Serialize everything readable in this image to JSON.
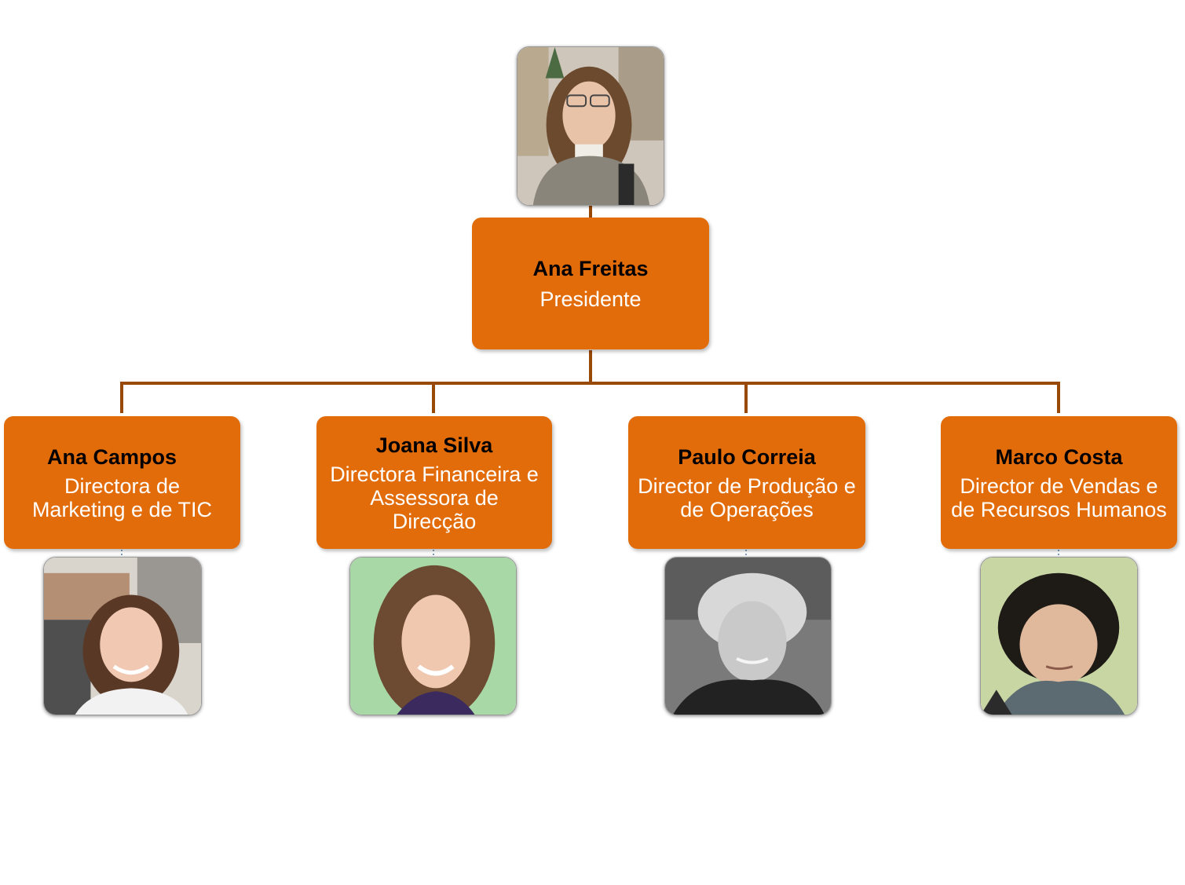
{
  "colors": {
    "box_fill": "#E36C0A",
    "connector": "#984807",
    "name_text": "#000000",
    "role_text": "#ffffff"
  },
  "president": {
    "name": "Ana Freitas",
    "role": "Presidente",
    "photo_icon": "portrait-photo"
  },
  "directors": [
    {
      "name": "Ana Campos",
      "role": "Directora de Marketing e de TIC",
      "photo_icon": "portrait-photo"
    },
    {
      "name": "Joana Silva",
      "role": "Directora Financeira e Assessora de Direcção",
      "photo_icon": "portrait-photo"
    },
    {
      "name": "Paulo Correia",
      "role": "Director de Produção e de Operações",
      "photo_icon": "portrait-photo"
    },
    {
      "name": "Marco Costa",
      "role": "Director de Vendas e de Recursos Humanos",
      "photo_icon": "portrait-photo"
    }
  ]
}
